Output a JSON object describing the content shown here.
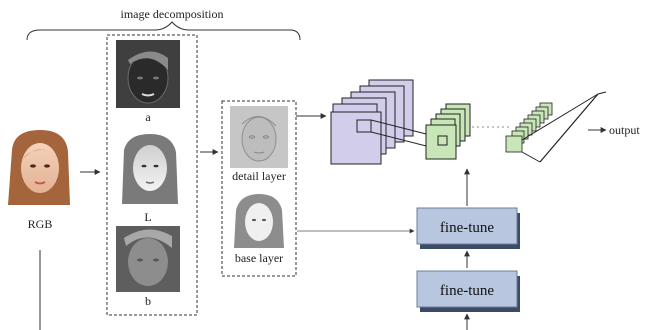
{
  "title": "image decomposition",
  "input": {
    "label": "RGB"
  },
  "channels": [
    {
      "label": "a"
    },
    {
      "label": "L"
    },
    {
      "label": "b"
    }
  ],
  "layers": [
    {
      "label": "detail layer"
    },
    {
      "label": "base layer"
    }
  ],
  "blocks": [
    {
      "label": "fine-tune"
    },
    {
      "label": "fine-tune"
    }
  ],
  "output": {
    "label": "output"
  },
  "colors": {
    "conv_purple": "#d2cdea",
    "conv_green": "#c8e6b7",
    "block_blue": "#b8c6df",
    "block_shadow": "#3b4a66",
    "line": "#333333"
  }
}
